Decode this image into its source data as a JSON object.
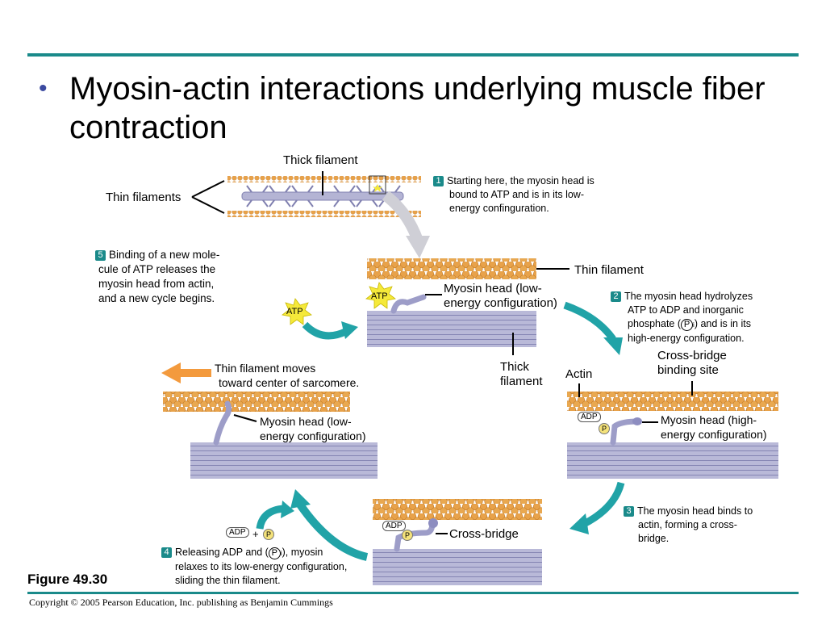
{
  "slide": {
    "bullet": "•",
    "title": "Myosin-actin interactions underlying muscle fiber contraction",
    "figure_label": "Figure 49.30",
    "copyright": "Copyright © 2005 Pearson Education, Inc. publishing as Benjamin Cummings"
  },
  "labels": {
    "thick_filament_top": "Thick filament",
    "thin_filaments": "Thin filaments",
    "thin_filament": "Thin filament",
    "myosin_head_low_center_1": "Myosin head (low-",
    "myosin_head_low_center_2": "energy configuration)",
    "thick_filament_center_1": "Thick",
    "thick_filament_center_2": "filament",
    "actin": "Actin",
    "cross_bridge_site_1": "Cross-bridge",
    "cross_bridge_site_2": "binding site",
    "myosin_head_high_1": "Myosin head (high-",
    "myosin_head_high_2": "energy configuration)",
    "myosin_head_low_left_1": "Myosin head (low-",
    "myosin_head_low_left_2": "energy configuration)",
    "thin_moves_1": "Thin filament moves",
    "thin_moves_2": "toward center of sarcomere.",
    "cross_bridge": "Cross-bridge"
  },
  "chips": {
    "atp": "ATP",
    "adp": "ADP",
    "p": "P",
    "i": "i",
    "plus": "+"
  },
  "steps": {
    "s1": {
      "num": "1",
      "lines": [
        "Starting here, the myosin head is",
        "bound to ATP and is in its low-",
        "energy confinguration."
      ]
    },
    "s2": {
      "num": "2",
      "line1": "The myosin head hydrolyzes",
      "line2": "ATP to ADP and inorganic",
      "line3_pre": "phosphate (",
      "line3_post": ") and is in its",
      "line4": "high-energy configuration."
    },
    "s3": {
      "num": "3",
      "lines": [
        "The myosin head binds to",
        "actin, forming a cross-",
        "bridge."
      ]
    },
    "s4": {
      "num": "4",
      "line1_pre": "Releasing ADP and (",
      "line1_post": "), myosin",
      "line2": "relaxes to its low-energy configuration,",
      "line3": "sliding the thin filament."
    },
    "s5": {
      "num": "5",
      "lines": [
        "Binding of a new mole-",
        "cule of ATP releases the",
        "myosin head from actin,",
        "and a new cycle begins."
      ]
    }
  },
  "colors": {
    "rule": "#1a8a8a",
    "actin": "#e8a24a",
    "myosin": "#b4b4d4",
    "arrow": "#21a3a7",
    "atp": "#f5e93a",
    "move_arrow": "#f39a3d"
  },
  "icons": {
    "cycle_arrows": "curved-arrow-icon",
    "atp_star": "starburst-icon"
  }
}
